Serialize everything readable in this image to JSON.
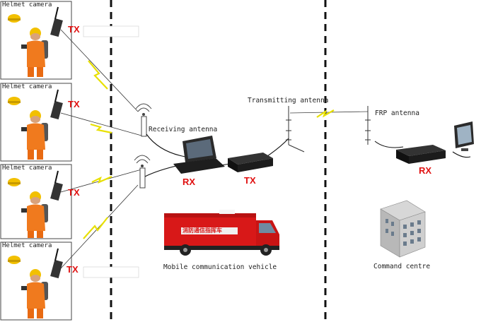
{
  "panels": [
    {
      "label": "Helmet camera",
      "tx": "TX"
    },
    {
      "label": "Helmet camera",
      "tx": "TX"
    },
    {
      "label": "Helmet camera",
      "tx": "TX"
    },
    {
      "label": "Helmet camera",
      "tx": "TX"
    }
  ],
  "receiving_antenna_label": "Receiving antenna",
  "rx_label": "RX",
  "tx_label": "TX",
  "transmitting_antenna_label": "Transmitting antenna",
  "frp_antenna_label": "FRP antenna",
  "rx_right_label": "RX",
  "vehicle_label": "Mobile communication vehicle",
  "vehicle_sign": "消防通信指挥车",
  "command_centre_label": "Command centre",
  "colors": {
    "tx_red": "#e01010",
    "lightning": "#e8e000",
    "firefighter_orange": "#f07a1e",
    "helmet_yellow": "#f2c000",
    "truck_red": "#d81818"
  }
}
